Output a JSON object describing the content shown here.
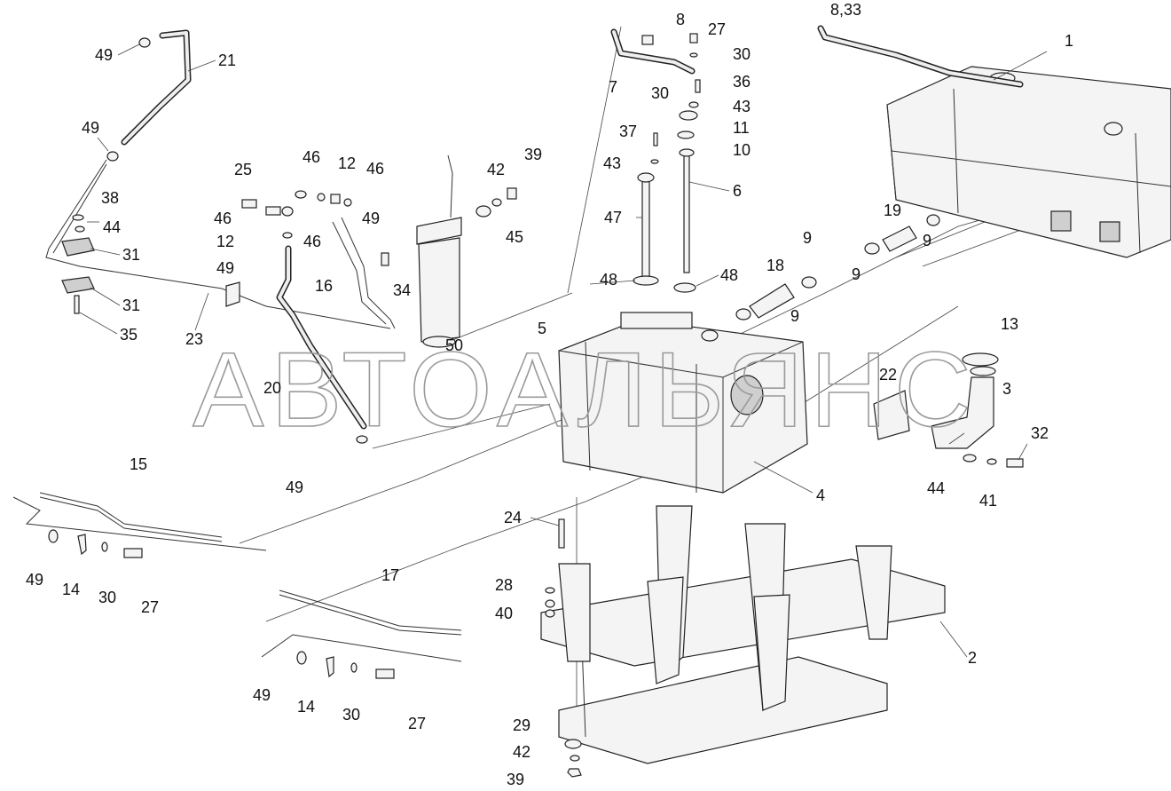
{
  "watermark": "АВТОАЛЬЯНС",
  "footer_caption": "",
  "callouts": [
    {
      "id": "c49a",
      "text": "49"
    },
    {
      "id": "c21",
      "text": "21"
    },
    {
      "id": "c49b",
      "text": "49"
    },
    {
      "id": "c38",
      "text": "38"
    },
    {
      "id": "c44a",
      "text": "44"
    },
    {
      "id": "c31a",
      "text": "31"
    },
    {
      "id": "c31b",
      "text": "31"
    },
    {
      "id": "c35",
      "text": "35"
    },
    {
      "id": "c23",
      "text": "23"
    },
    {
      "id": "c25",
      "text": "25"
    },
    {
      "id": "c46a",
      "text": "46"
    },
    {
      "id": "c12a",
      "text": "12"
    },
    {
      "id": "c46b",
      "text": "46"
    },
    {
      "id": "c46c",
      "text": "46"
    },
    {
      "id": "c12b",
      "text": "12"
    },
    {
      "id": "c49c",
      "text": "49"
    },
    {
      "id": "c46d",
      "text": "46"
    },
    {
      "id": "c49d",
      "text": "49"
    },
    {
      "id": "c16",
      "text": "16"
    },
    {
      "id": "c34",
      "text": "34"
    },
    {
      "id": "c42a",
      "text": "42"
    },
    {
      "id": "c39a",
      "text": "39"
    },
    {
      "id": "c45",
      "text": "45"
    },
    {
      "id": "c50",
      "text": "50"
    },
    {
      "id": "c20",
      "text": "20"
    },
    {
      "id": "c49e",
      "text": "49"
    },
    {
      "id": "c8",
      "text": "8"
    },
    {
      "id": "c27a",
      "text": "27"
    },
    {
      "id": "c30a",
      "text": "30"
    },
    {
      "id": "c7",
      "text": "7"
    },
    {
      "id": "c36",
      "text": "36"
    },
    {
      "id": "c30b",
      "text": "30"
    },
    {
      "id": "c43a",
      "text": "43"
    },
    {
      "id": "c11",
      "text": "11"
    },
    {
      "id": "c37",
      "text": "37"
    },
    {
      "id": "c10",
      "text": "10"
    },
    {
      "id": "c43b",
      "text": "43"
    },
    {
      "id": "c6",
      "text": "6"
    },
    {
      "id": "c47",
      "text": "47"
    },
    {
      "id": "c48a",
      "text": "48"
    },
    {
      "id": "c48b",
      "text": "48"
    },
    {
      "id": "c833",
      "text": "8,33"
    },
    {
      "id": "c1",
      "text": "1"
    },
    {
      "id": "c19",
      "text": "19"
    },
    {
      "id": "c9a",
      "text": "9"
    },
    {
      "id": "c9b",
      "text": "9"
    },
    {
      "id": "c9c",
      "text": "9"
    },
    {
      "id": "c18",
      "text": "18"
    },
    {
      "id": "c9d",
      "text": "9"
    },
    {
      "id": "c5",
      "text": "5"
    },
    {
      "id": "c13",
      "text": "13"
    },
    {
      "id": "c22",
      "text": "22"
    },
    {
      "id": "c3",
      "text": "3"
    },
    {
      "id": "c32",
      "text": "32"
    },
    {
      "id": "c44b",
      "text": "44"
    },
    {
      "id": "c41",
      "text": "41"
    },
    {
      "id": "c4",
      "text": "4"
    },
    {
      "id": "c15",
      "text": "15"
    },
    {
      "id": "c49f",
      "text": "49"
    },
    {
      "id": "c14a",
      "text": "14"
    },
    {
      "id": "c30c",
      "text": "30"
    },
    {
      "id": "c27b",
      "text": "27"
    },
    {
      "id": "c24",
      "text": "24"
    },
    {
      "id": "c28",
      "text": "28"
    },
    {
      "id": "c40",
      "text": "40"
    },
    {
      "id": "c17",
      "text": "17"
    },
    {
      "id": "c2",
      "text": "2"
    },
    {
      "id": "c49g",
      "text": "49"
    },
    {
      "id": "c14b",
      "text": "14"
    },
    {
      "id": "c30d",
      "text": "30"
    },
    {
      "id": "c27c",
      "text": "27"
    },
    {
      "id": "c29",
      "text": "29"
    },
    {
      "id": "c42b",
      "text": "42"
    },
    {
      "id": "c39b",
      "text": "39"
    }
  ]
}
